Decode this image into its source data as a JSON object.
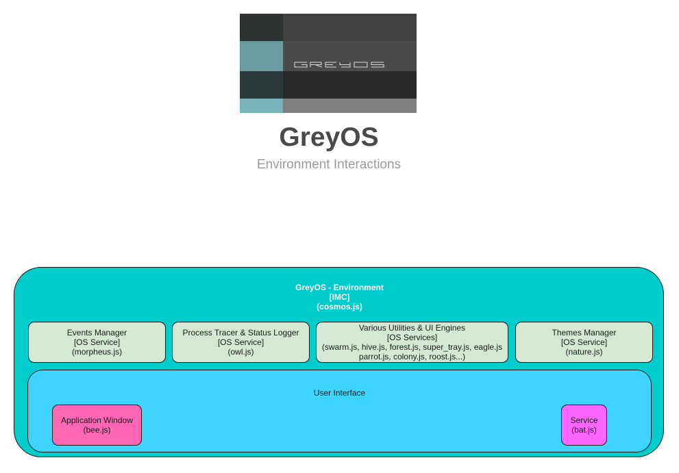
{
  "logo": {
    "wordmark": "GREYOS",
    "colors": {
      "dark": "#2e3233",
      "mid_dark": "#3f4142",
      "grey": "#4b4b4b",
      "teal": "#6a9b9f",
      "deep": "#2d3b3c",
      "black": "#282828",
      "light_teal": "#78b3bc",
      "light_grey": "#7f7f7f"
    }
  },
  "header": {
    "title": "GreyOS",
    "subtitle": "Environment Interactions"
  },
  "environment": {
    "title": "GreyOS - Environment",
    "tag": "[IMC]",
    "file": "(cosmos.js)",
    "color": "#00cccc"
  },
  "services": [
    {
      "name": "Events Manager",
      "type": "[OS Service]",
      "file": "(morpheus.js)"
    },
    {
      "name": "Process Tracer & Status Logger",
      "type": "[OS Service]",
      "file": "(owl.js)"
    },
    {
      "name": "Various Utilities & UI Engines",
      "type": "[OS Services]",
      "files_line1": "(swarm.js, hive.js, forest.js, super_tray.js, eagle.js",
      "files_line2": "parrot.js, colony.js, roost.js...)"
    },
    {
      "name": "Themes Manager",
      "type": "[OS Service]",
      "file": "(nature.js)"
    }
  ],
  "user_interface": {
    "label": "User Interface",
    "color": "#3fd3ff",
    "application_window": {
      "name": "Application Window",
      "file": "(bee.js)",
      "color": "#ff66b3"
    },
    "service": {
      "name": "Service",
      "file": "(bat.js)",
      "color": "#ff66ff"
    }
  }
}
